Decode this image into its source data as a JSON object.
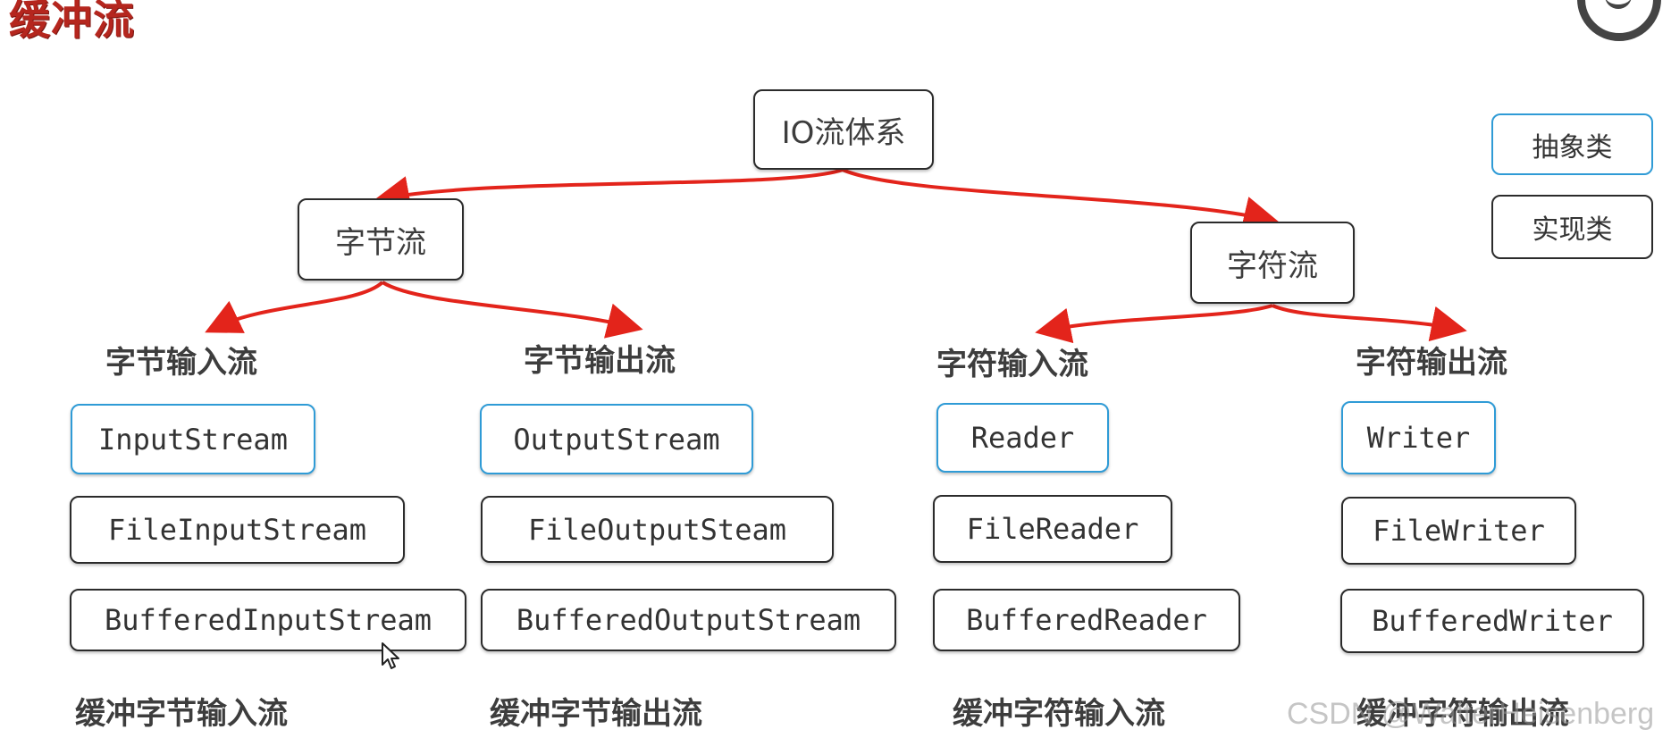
{
  "title": "缓冲流",
  "root": "IO流体系",
  "branches": {
    "byte": "字节流",
    "char": "字符流"
  },
  "categories": {
    "byte_input": "字节输入流",
    "byte_output": "字节输出流",
    "char_input": "字符输入流",
    "char_output": "字符输出流"
  },
  "classes": {
    "byte_input": [
      "InputStream",
      "FileInputStream",
      "BufferedInputStream"
    ],
    "byte_output": [
      "OutputStream",
      "FileOutputSteam",
      "BufferedOutputStream"
    ],
    "char_input": [
      "Reader",
      "FileReader",
      "BufferedReader"
    ],
    "char_output": [
      "Writer",
      "FileWriter",
      "BufferedWriter"
    ]
  },
  "captions": {
    "byte_input": "缓冲字节输入流",
    "byte_output": "缓冲字节输出流",
    "char_input": "缓冲字符输入流",
    "char_output": "缓冲字符输出流"
  },
  "legend": {
    "abstract": "抽象类",
    "concrete": "实现类"
  },
  "watermark": "CSDN @WalterHeisenberg",
  "colors": {
    "title": "#b5261e",
    "arrow": "#e3241b",
    "abstract_border": "#2f9bd6",
    "concrete_border": "#2b2b2b"
  }
}
